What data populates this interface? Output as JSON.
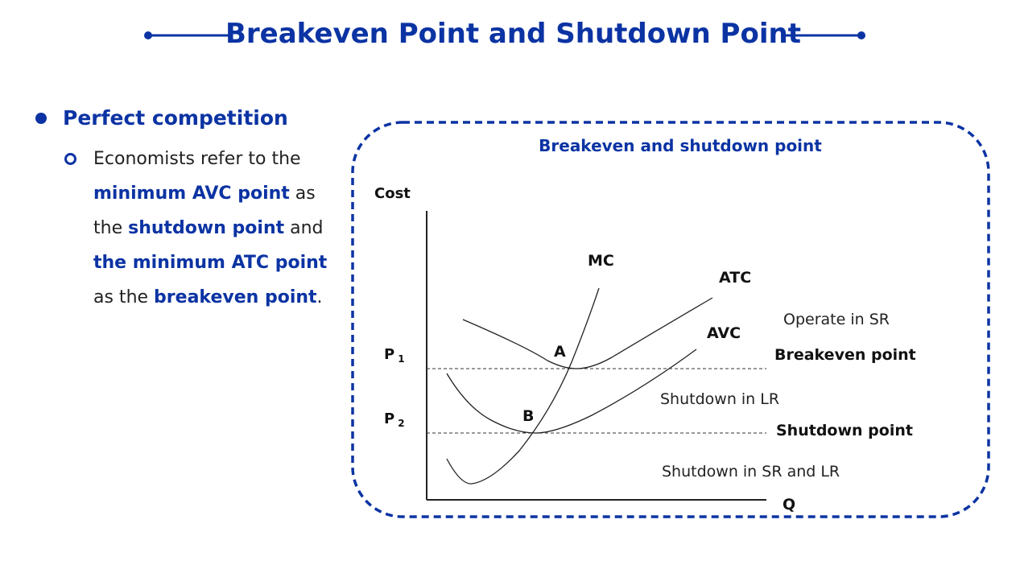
{
  "title": "Breakeven Point and Shutdown Point",
  "left_panel": {
    "heading": "Perfect competition",
    "text_segments": [
      {
        "text": "Economists refer to the ",
        "highlight": false
      },
      {
        "text": "minimum AVC point",
        "highlight": true
      },
      {
        "text": " as the ",
        "highlight": false
      },
      {
        "text": "shutdown point",
        "highlight": true
      },
      {
        "text": " and ",
        "highlight": false
      },
      {
        "text": "the minimum ATC point",
        "highlight": true
      },
      {
        "text": " as the ",
        "highlight": false
      },
      {
        "text": "breakeven point",
        "highlight": true
      },
      {
        "text": ".",
        "highlight": false
      }
    ]
  },
  "diagram": {
    "title": "Breakeven and shutdown point",
    "y_axis_label": "Cost",
    "x_axis_label": "Q",
    "price_labels": {
      "p1": "P",
      "p1_sub": "1",
      "p2": "P",
      "p2_sub": "2"
    },
    "curves": {
      "mc": "MC",
      "atc": "ATC",
      "avc": "AVC"
    },
    "points": {
      "a": "A",
      "b": "B"
    },
    "region_labels": {
      "operate_sr": "Operate in SR",
      "breakeven": "Breakeven point",
      "shutdown_lr": "Shutdown in LR",
      "shutdown_point": "Shutdown point",
      "shutdown_sr_lr": "Shutdown in SR and LR"
    }
  },
  "colors": {
    "accent": "#0b33a3",
    "text": "#222222",
    "curve": "#222222"
  }
}
